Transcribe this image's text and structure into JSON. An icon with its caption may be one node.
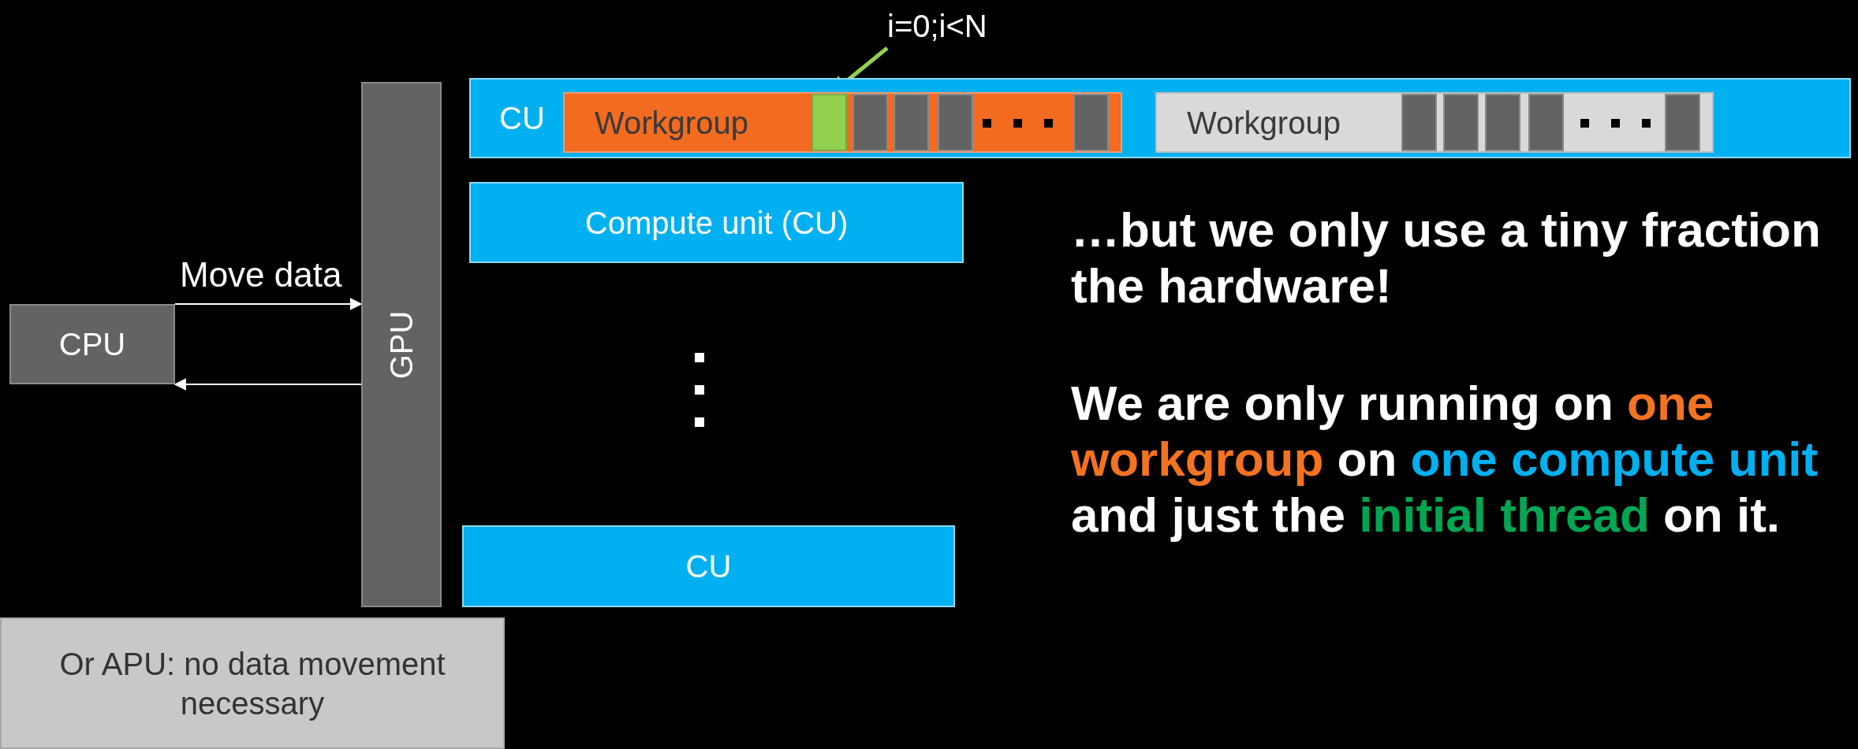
{
  "diagram": {
    "nodes": [
      {
        "text": [
          "GPU"
        ]
      },
      {
        "text": [
          "CPU"
        ]
      },
      {
        "text": [
          "CU"
        ]
      },
      {
        "text": [
          "Workgroup"
        ],
        "in": 2
      },
      {
        "text": [],
        "shape": "box",
        "in": 3
      },
      {
        "text": [],
        "shape": "box",
        "in": 3
      },
      {
        "text": [],
        "shape": "box",
        "in": 3
      },
      {
        "text": [],
        "shape": "box",
        "in": 3
      },
      {
        "text": [],
        "shape": "box",
        "in": 3
      },
      {
        "text": [
          "Workgroup"
        ],
        "in": 2
      },
      {
        "text": [],
        "shape": "box",
        "in": 9
      },
      {
        "text": [],
        "shape": "box",
        "in": 9
      },
      {
        "text": [],
        "shape": "box",
        "in": 9
      },
      {
        "text": [],
        "shape": "box",
        "in": 9
      },
      {
        "text": [],
        "shape": "box",
        "in": 9
      },
      {
        "text": [
          "Compute unit (CU)"
        ]
      },
      {
        "text": [
          "CU"
        ]
      },
      {
        "text": [
          "Or APU: no data movement necessary"
        ]
      },
      {
        "text": [
          "i=0;i<N"
        ]
      }
    ],
    "edges": [
      {
        "from": 1,
        "to": 0,
        "arrow": "to",
        "label": "Move data"
      },
      {
        "from": 0,
        "to": 1,
        "arrow": "to"
      },
      {
        "from": 18,
        "to": 4,
        "arrow": "to",
        "color": "#92d050"
      }
    ],
    "labels": [
      "…but we only use a tiny fraction the hardware!",
      "We are only running on",
      "one workgroup",
      "on",
      "one compute unit",
      "and just the",
      "initial thread",
      "on it."
    ]
  }
}
